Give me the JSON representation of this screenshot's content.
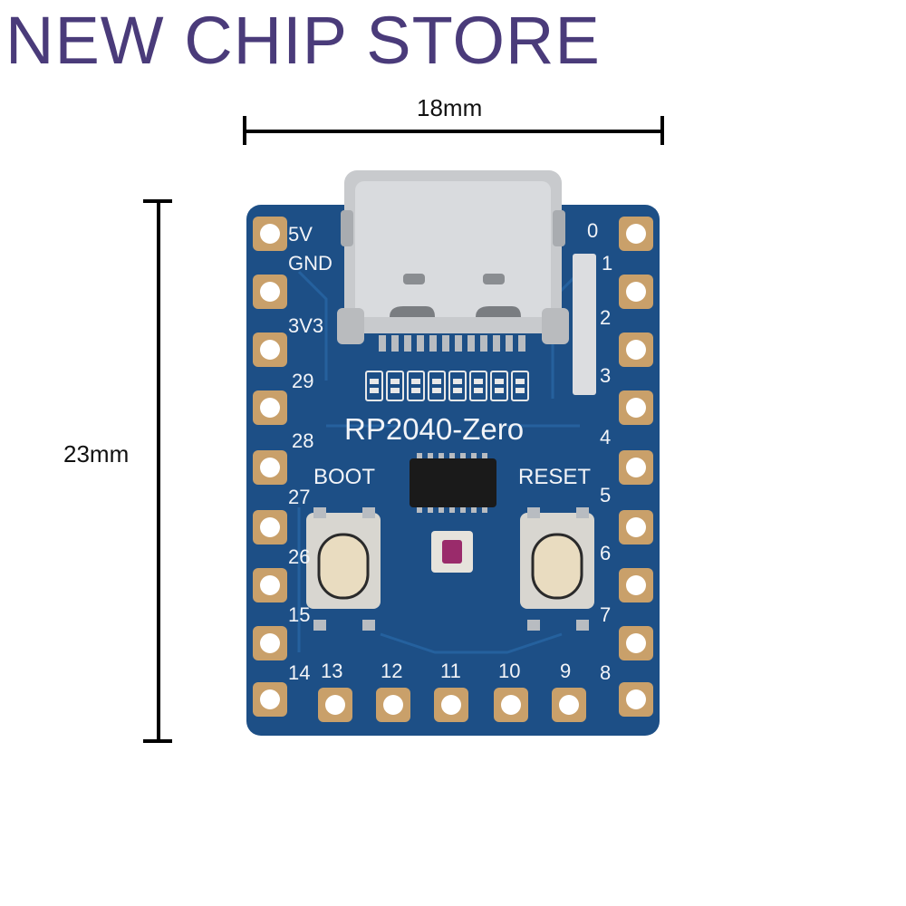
{
  "store": {
    "title": "NEW CHIP STORE"
  },
  "dimensions": {
    "width_label": "18mm",
    "height_label": "23mm"
  },
  "board": {
    "name": "RP2040-Zero",
    "boot_label": "BOOT",
    "reset_label": "RESET",
    "left_pins": [
      "5V",
      "GND",
      "3V3",
      "29",
      "28",
      "27",
      "26",
      "15",
      "14"
    ],
    "right_pins": [
      "0",
      "1",
      "2",
      "3",
      "4",
      "5",
      "6",
      "7",
      "8"
    ],
    "bottom_pins": [
      "13",
      "12",
      "11",
      "10",
      "9"
    ]
  },
  "colors": {
    "title": "#4a3b7a",
    "pcb": "#1d4f86",
    "pad": "#c9a06a",
    "usb_metal": "#c8cacd",
    "chip": "#1a1a1a",
    "button_body": "#d8d6d0",
    "button_cap": "#e9dcc0"
  }
}
